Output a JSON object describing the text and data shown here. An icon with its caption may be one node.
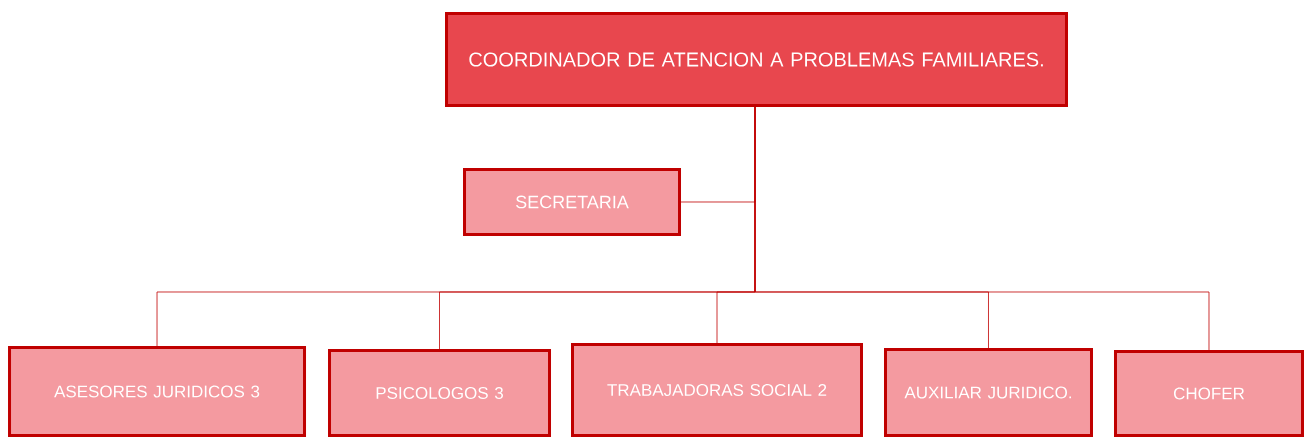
{
  "diagram": {
    "nodes": [
      {
        "text": [
          "COORDINADOR DE ATENCION A PROBLEMAS FAMILIARES."
        ]
      },
      {
        "text": [
          "SECRETARIA"
        ]
      },
      {
        "text": [
          "ASESORES JURIDICOS  3"
        ]
      },
      {
        "text": [
          "PSICOLOGOS 3"
        ]
      },
      {
        "text": [
          "TRABAJADORAS SOCIAL 2"
        ]
      },
      {
        "text": [
          "AUXILIAR JURIDICO."
        ]
      },
      {
        "text": [
          "CHOFER"
        ]
      }
    ],
    "edges": [
      {
        "from": 0,
        "to": 1,
        "arrow": "none"
      },
      {
        "from": 0,
        "to": 2,
        "arrow": "none"
      },
      {
        "from": 0,
        "to": 3,
        "arrow": "none"
      },
      {
        "from": 0,
        "to": 4,
        "arrow": "none"
      },
      {
        "from": 0,
        "to": 5,
        "arrow": "none"
      },
      {
        "from": 0,
        "to": 6,
        "arrow": "none"
      }
    ]
  }
}
